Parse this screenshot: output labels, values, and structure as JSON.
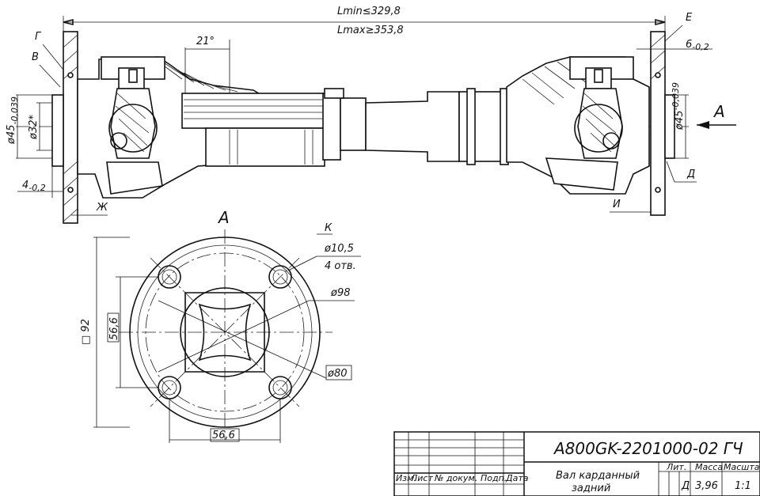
{
  "dimensions": {
    "lmin": "Lmin≤329,8",
    "lmax": "Lmax≥353,8",
    "angle": "21°",
    "d45_left": "ø45",
    "d45_left_tol": "-0,039",
    "d32": "ø32*",
    "four": "4",
    "four_tol": "-0,2",
    "six": "6",
    "six_tol": "-0,2",
    "d45_right": "ø45",
    "d45_right_tol": "-0,039",
    "hole": "ø10,5",
    "holes_count": "4 отв.",
    "d98": "ø98",
    "d80": "ø80",
    "sq92": "□ 92",
    "s566_v": "56,6",
    "s566_h": "56,6"
  },
  "labels": {
    "g": "Г",
    "v": "В",
    "zh": "Ж",
    "e": "Е",
    "d": "Д",
    "i": "И",
    "k": "К",
    "view_a_arrow": "А",
    "view_a_title": "А"
  },
  "title_block": {
    "designation": "А800GK-2201000-02 ГЧ",
    "name_line1": "Вал карданный",
    "name_line2": "задний",
    "col_izm": "Изм.",
    "col_list": "Лист",
    "col_dokum": "№ докум.",
    "col_podp": "Подп.",
    "col_data": "Дата",
    "lit": "Лит.",
    "massa": "Масса",
    "masshtab": "Масштаб",
    "lit_value": "Д",
    "mass_value": "3,96",
    "scale_value": "1:1"
  }
}
